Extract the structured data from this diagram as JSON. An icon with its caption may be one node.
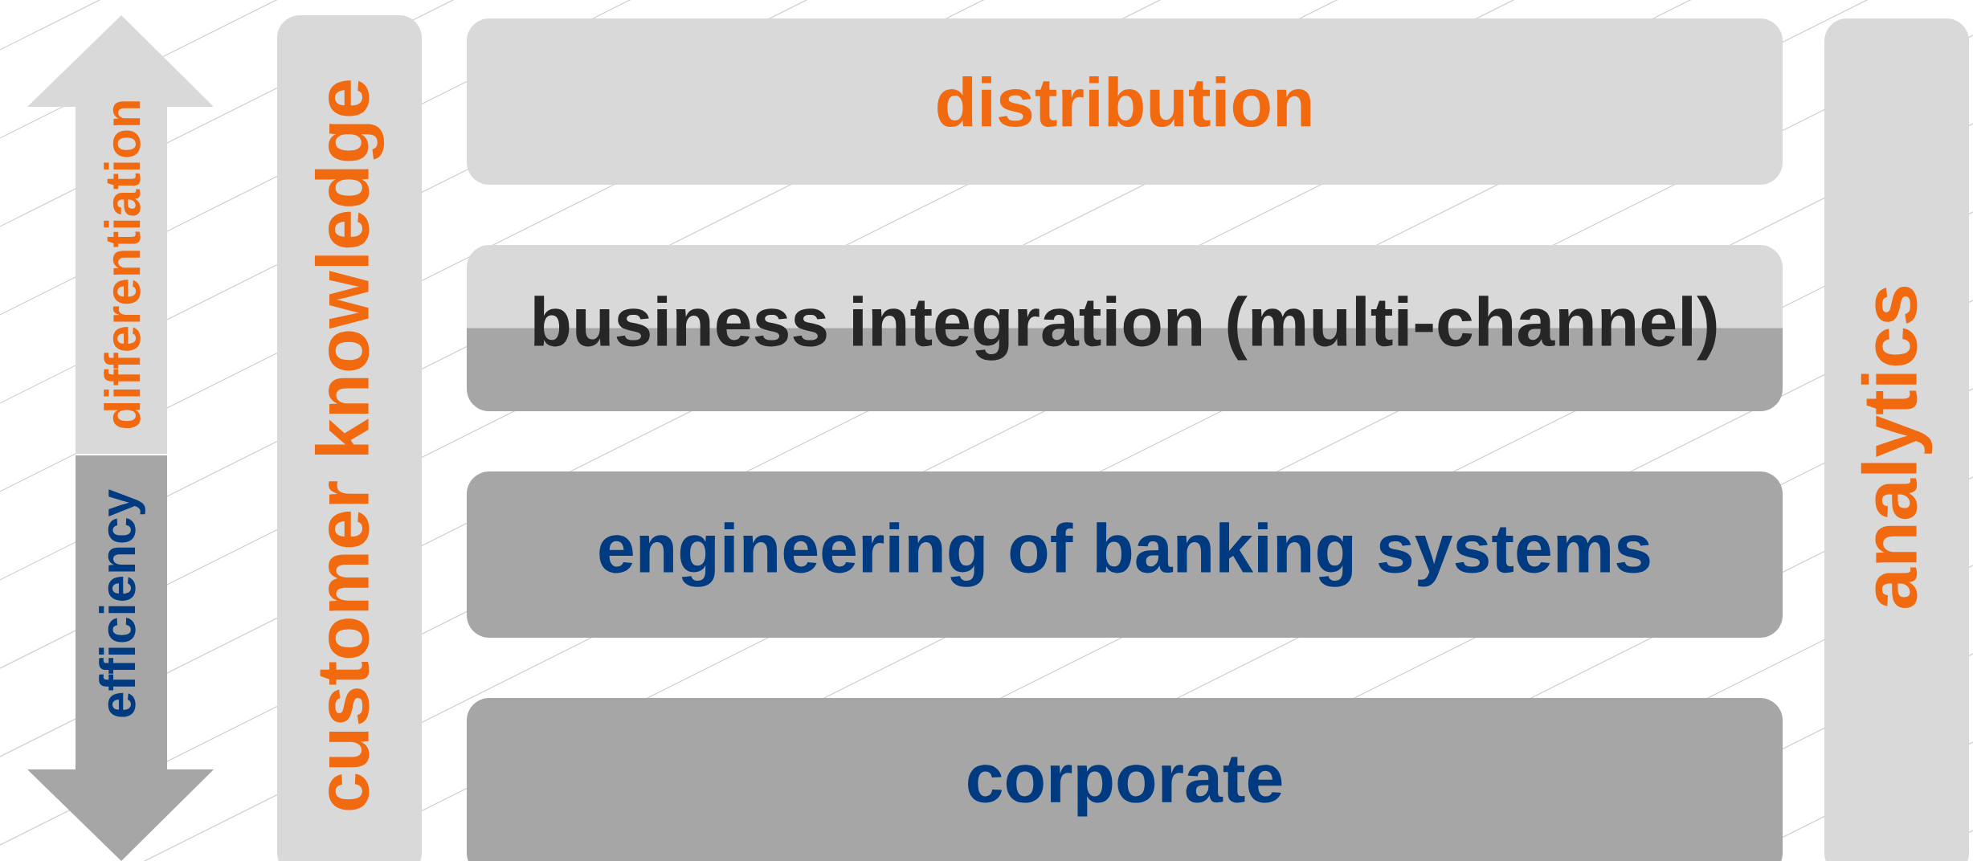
{
  "diagram": {
    "nodes": [
      {
        "text": [
          "customer knowledge"
        ]
      },
      {
        "text": [
          "distribution"
        ]
      },
      {
        "text": [
          "business integration (multi-channel)"
        ]
      },
      {
        "text": [
          "engineering of banking systems"
        ]
      },
      {
        "text": [
          "corporate"
        ]
      },
      {
        "text": [
          "analytics"
        ]
      }
    ],
    "labels": [
      "differentiation",
      "efficiency"
    ]
  }
}
